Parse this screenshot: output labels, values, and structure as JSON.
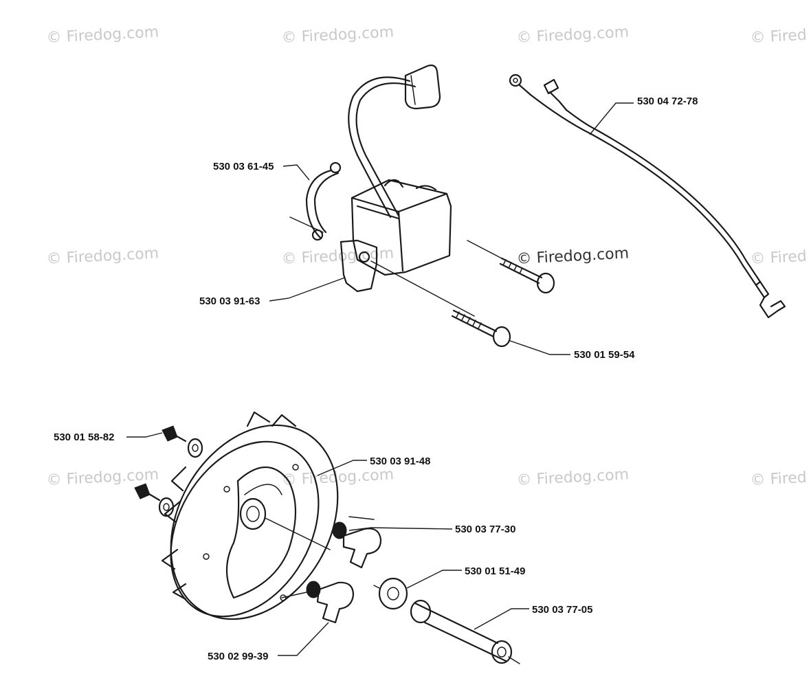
{
  "watermark_text": "© Firedog.com",
  "watermark_partial": "© Fired",
  "parts": {
    "wire_harness": "530 04 72-78",
    "coil_clamp": "530 03 61-45",
    "ignition_module": "530 03 91-63",
    "screw": "530 01 59-54",
    "flywheel_screw": "530 01 58-82",
    "flywheel": "530 03 91-48",
    "pawl_spring": "530 03 77-30",
    "washer": "530 01 51-49",
    "sleeve": "530 03 77-05",
    "pawl": "530 02 99-39"
  }
}
